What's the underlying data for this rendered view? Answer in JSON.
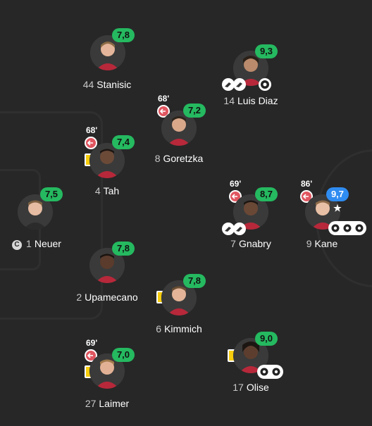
{
  "players": [
    {
      "id": "stanisic",
      "number": "44",
      "name": "Stanisic",
      "rating": "7,8"
    },
    {
      "id": "luis-diaz",
      "number": "14",
      "name": "Luis Diaz",
      "rating": "9,3"
    },
    {
      "id": "goretzka",
      "number": "8",
      "name": "Goretzka",
      "rating": "7,2",
      "sub_minute": "68'"
    },
    {
      "id": "tah",
      "number": "4",
      "name": "Tah",
      "rating": "7,4",
      "sub_minute": "68'"
    },
    {
      "id": "neuer",
      "number": "1",
      "name": "Neuer",
      "rating": "7,5",
      "captain": "C"
    },
    {
      "id": "gnabry",
      "number": "7",
      "name": "Gnabry",
      "rating": "8,7",
      "sub_minute": "69'"
    },
    {
      "id": "kane",
      "number": "9",
      "name": "Kane",
      "rating": "9,7",
      "sub_minute": "86'",
      "star": "★"
    },
    {
      "id": "upamecano",
      "number": "2",
      "name": "Upamecano",
      "rating": "7,8"
    },
    {
      "id": "kimmich",
      "number": "6",
      "name": "Kimmich",
      "rating": "7,8"
    },
    {
      "id": "laimer",
      "number": "27",
      "name": "Laimer",
      "rating": "7,0",
      "sub_minute": "69'"
    },
    {
      "id": "olise",
      "number": "17",
      "name": "Olise",
      "rating": "9,0"
    }
  ],
  "colors": {
    "rating_green": "#25b960",
    "rating_best": "#2f8cf1",
    "card_yellow": "#f7cd0d",
    "sub_red": "#e05660"
  }
}
